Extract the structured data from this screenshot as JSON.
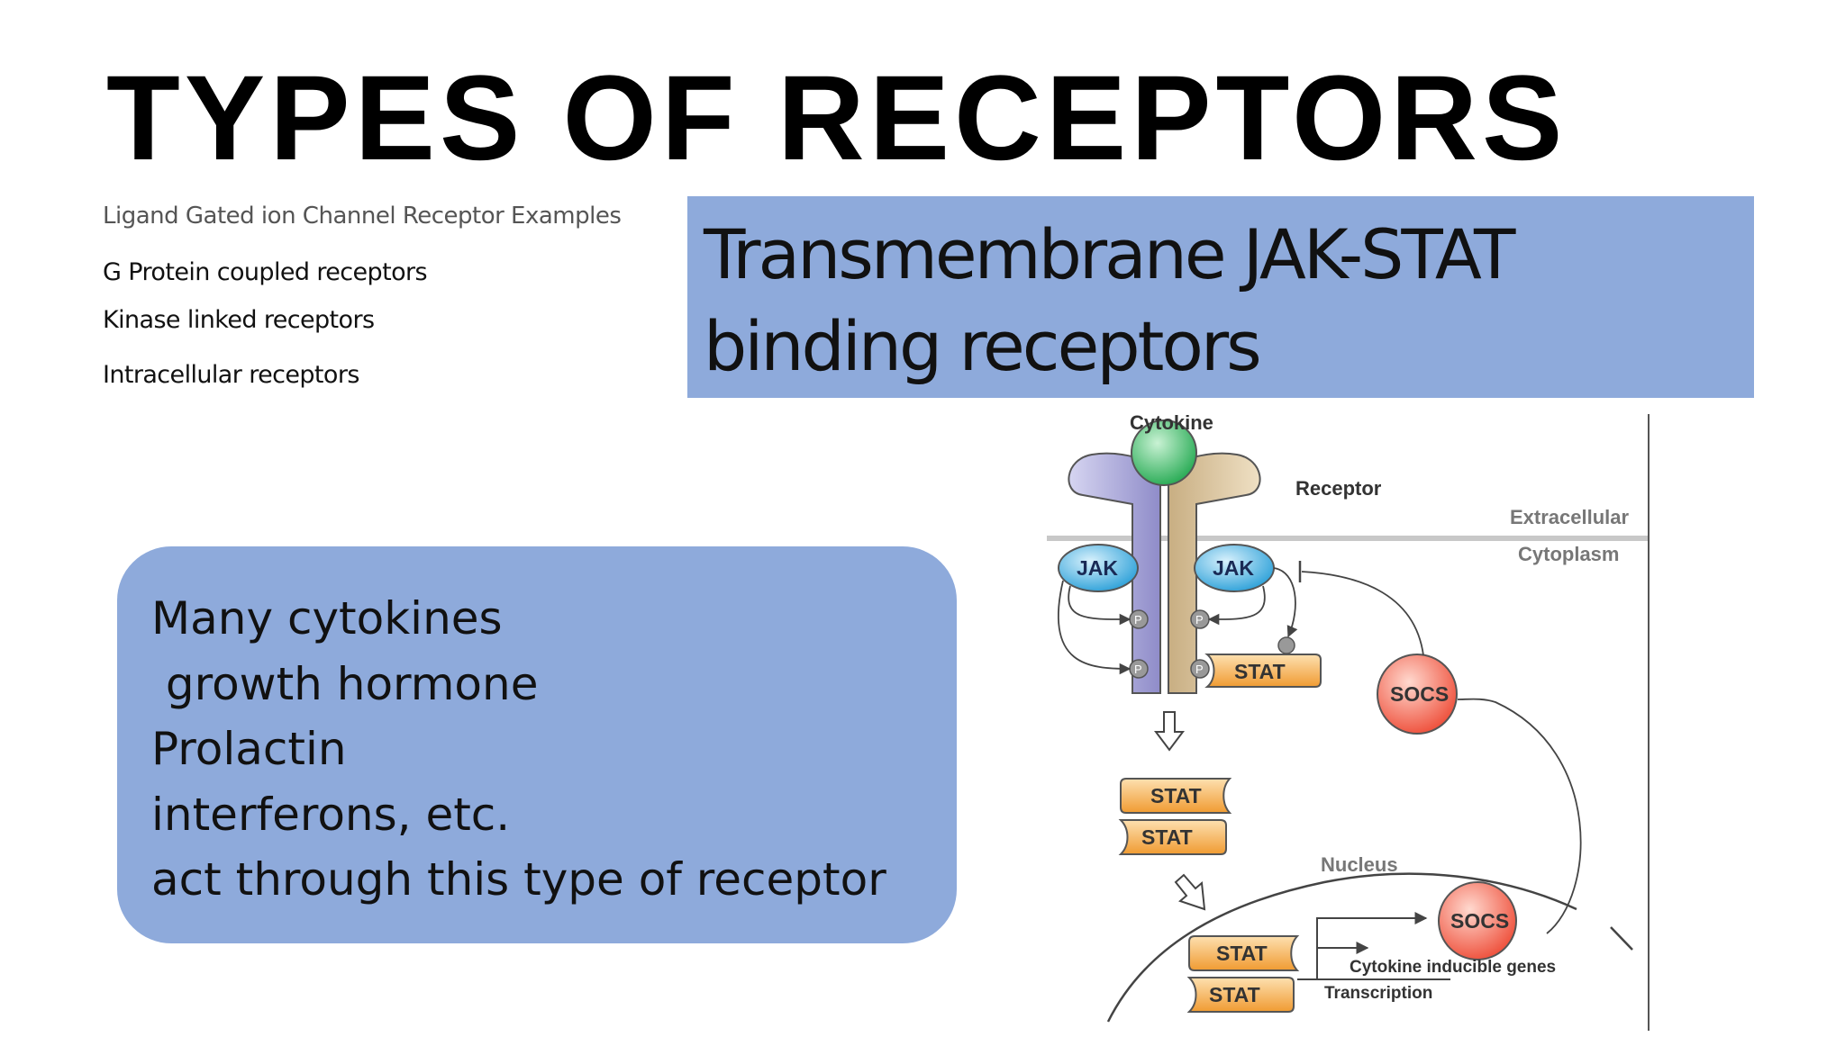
{
  "slide": {
    "title": "TYPES OF RECEPTORS"
  },
  "topics": [
    "Ligand Gated ion Channel Receptor Examples",
    "G Protein coupled receptors",
    "Kinase linked receptors",
    "Intracellular receptors"
  ],
  "banner": {
    "line1": "Transmembrane JAK-STAT",
    "line2": "binding receptors"
  },
  "info_box": {
    "lines": [
      "Many cytokines",
      " growth hormone",
      "Prolactin",
      "interferons, etc.",
      "act through this type of receptor"
    ]
  },
  "diagram": {
    "cytokine": "Cytokine",
    "receptor": "Receptor",
    "extracellular": "Extracellular",
    "cytoplasm": "Cytoplasm",
    "jak_left": "JAK",
    "jak_right": "JAK",
    "p": "P",
    "stat_bound": "STAT",
    "socs_cytoplasm": "SOCS",
    "dimer_stat_top": "STAT",
    "dimer_stat_bottom": "STAT",
    "nucleus": "Nucleus",
    "socs_nucleus": "SOCS",
    "nuclear_stat_top": "STAT",
    "nuclear_stat_bottom": "STAT",
    "genes": "Cytokine inducible genes",
    "transcription": "Transcription",
    "colors": {
      "banner": "#8eaadb",
      "receptor_left": "#a9a7d8",
      "receptor_right": "#d9c39c",
      "cytokine": "#3fbf6a",
      "jak": "#3aaee0",
      "stat": "#f2a23c",
      "socs": "#f25a45"
    }
  }
}
